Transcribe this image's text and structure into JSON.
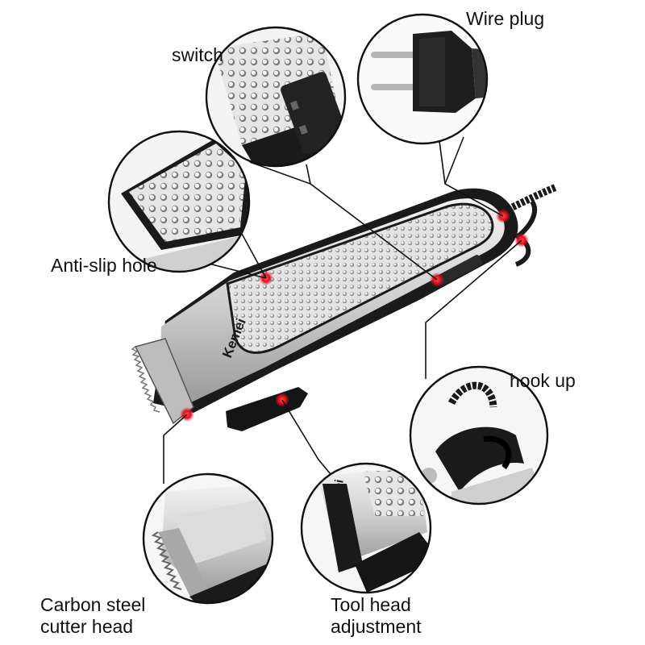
{
  "diagram": {
    "callouts": {
      "switch": "switch",
      "wire_plug": "Wire plug",
      "anti_slip_hole": "Anti-slip hole",
      "hook_up": "hook up",
      "carbon_steel_line1": "Carbon steel",
      "carbon_steel_line2": "cutter head",
      "tool_head_line1": "Tool head",
      "tool_head_line2": "adjustment"
    },
    "brand": "Kemei"
  },
  "colors": {
    "marker": "#e01020",
    "outline": "#111111",
    "silver": "#c8c8c8",
    "body_black": "#1a1a1a"
  }
}
